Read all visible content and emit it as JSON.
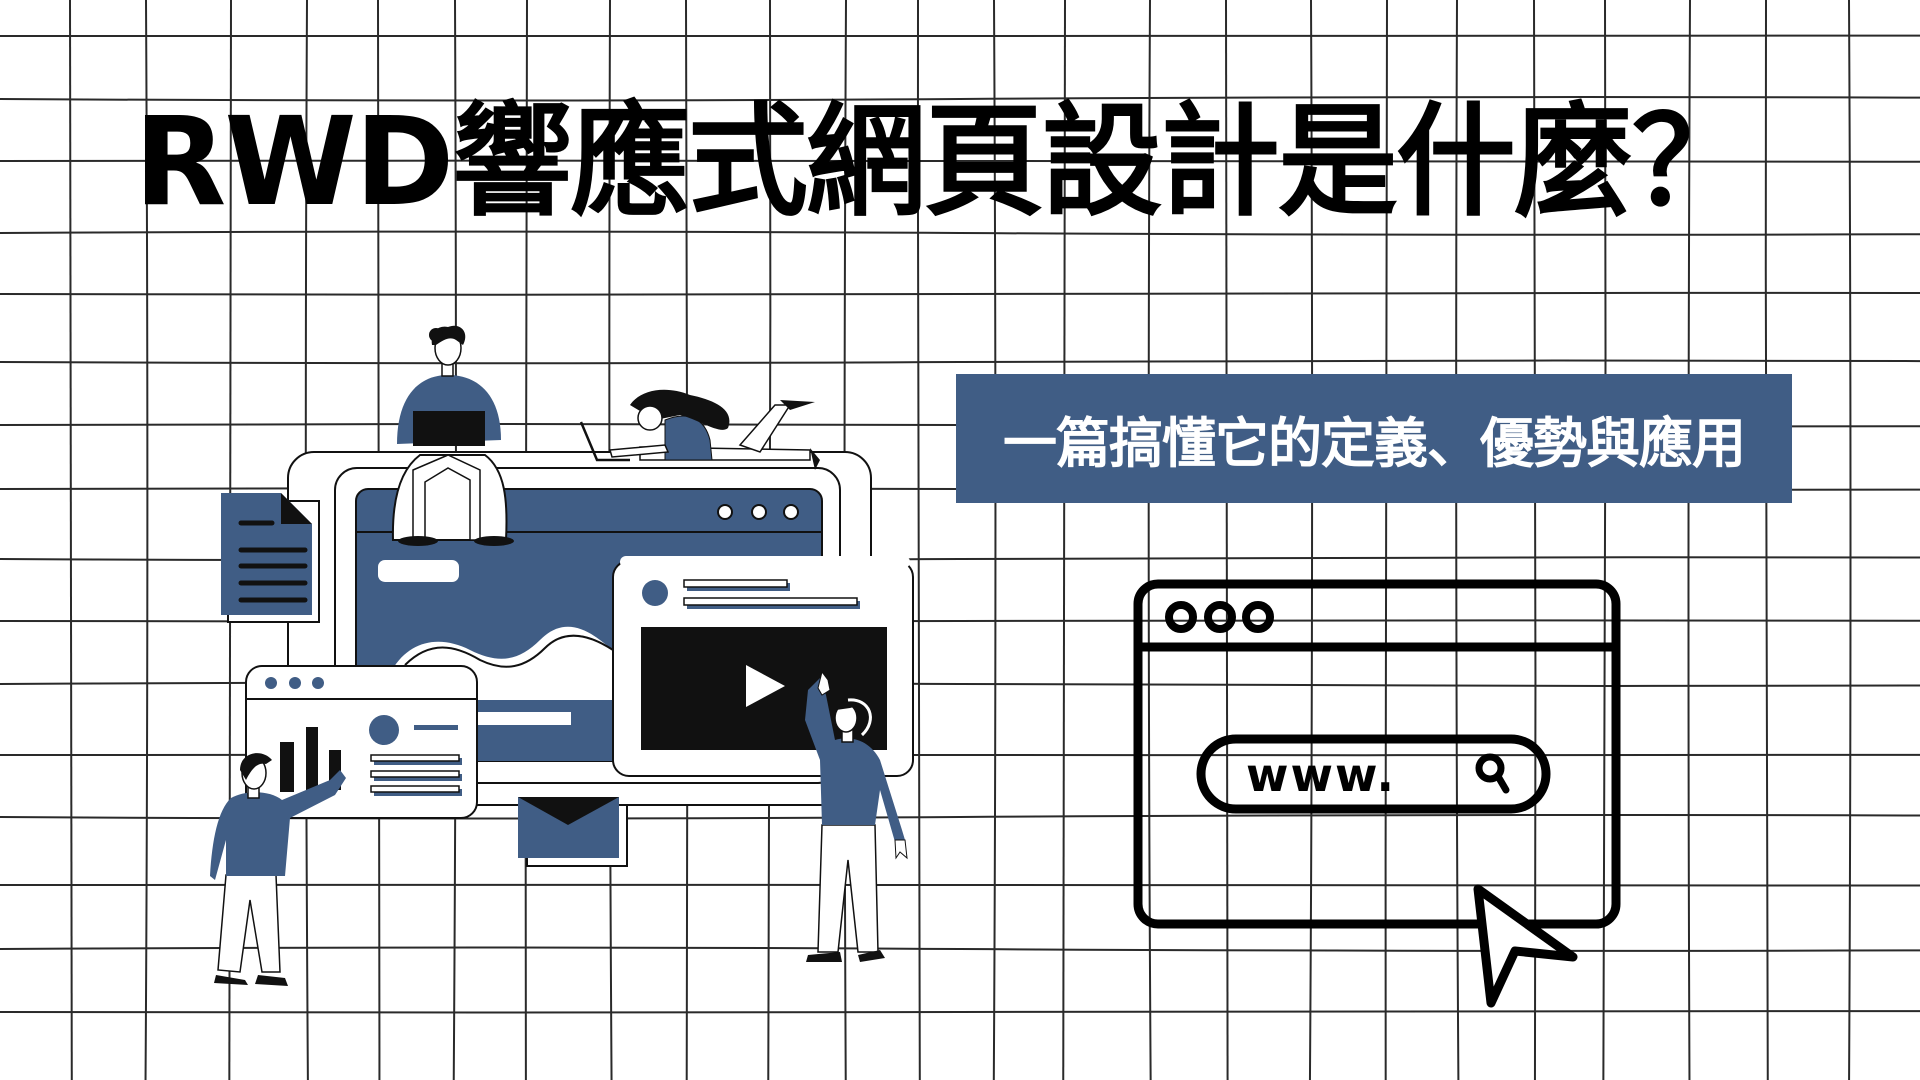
{
  "colors": {
    "accent_blue": "#405D85",
    "ink": "#000000",
    "background": "#FFFFFF",
    "grid_line": "#2a2a2a"
  },
  "header": {
    "title": "RWD響應式網頁設計是什麼？"
  },
  "banner": {
    "subtitle": "一篇搞懂它的定義、優勢與應用"
  },
  "browser_illustration": {
    "window_dots": 3,
    "address_bar_text": "www.",
    "search_icon": "magnifier-icon",
    "cursor_icon": "arrow-cursor-icon"
  },
  "team_illustration": {
    "elements": [
      "man-sitting-with-laptop",
      "woman-lying-with-laptop",
      "document-icon",
      "main-browser-window",
      "video-player-card",
      "play-icon",
      "chart-card",
      "bar-chart-icon",
      "envelope-icon",
      "man-pointing-at-chart",
      "man-reaching-to-video"
    ]
  },
  "grid": {
    "vertical": [
      70,
      146,
      231,
      307,
      378,
      455,
      527,
      610,
      686,
      770,
      846,
      918,
      994,
      1065,
      1150,
      1226,
      1311,
      1387,
      1457,
      1534,
      1605,
      1690,
      1766,
      1849
    ],
    "horizontal": [
      36,
      99,
      161,
      233,
      294,
      362,
      425,
      489,
      559,
      621,
      684,
      755,
      817,
      885,
      949,
      1012
    ]
  }
}
